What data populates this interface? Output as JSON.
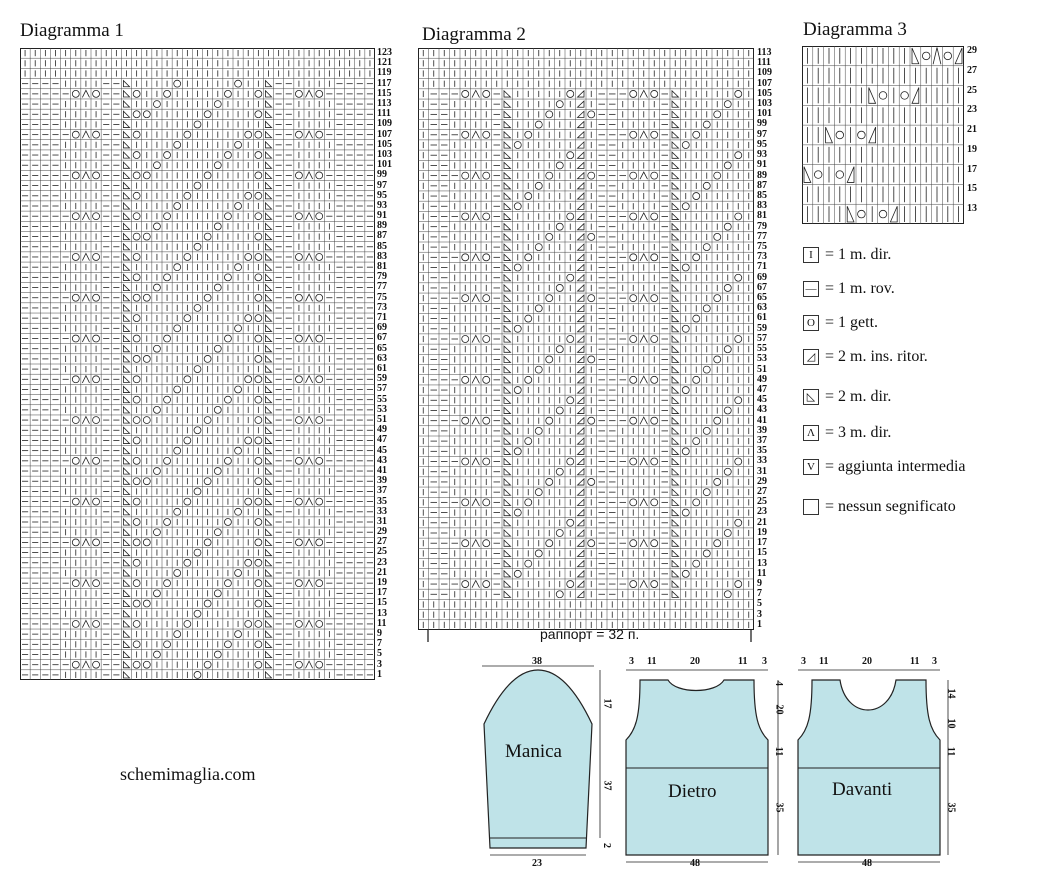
{
  "titles": {
    "d1": "Diagramma 1",
    "d2": "Diagramma 2",
    "d3": "Diagramma 3"
  },
  "diagram1": {
    "cols": 35,
    "rows": 62,
    "row_numbers": [
      "123",
      "121",
      "119",
      "117",
      "115",
      "113",
      "111",
      "109",
      "107",
      "105",
      "103",
      "101",
      "99",
      "97",
      "95",
      "93",
      "91",
      "89",
      "87",
      "85",
      "83",
      "81",
      "79",
      "77",
      "75",
      "73",
      "71",
      "69",
      "67",
      "65",
      "63",
      "61",
      "59",
      "57",
      "55",
      "53",
      "51",
      "49",
      "47",
      "45",
      "43",
      "41",
      "39",
      "37",
      "35",
      "33",
      "31",
      "29",
      "27",
      "25",
      "23",
      "21",
      "19",
      "17",
      "15",
      "13",
      "11",
      "9",
      "7",
      "5",
      "3",
      "1"
    ]
  },
  "diagram2": {
    "cols": 32,
    "rows": 57,
    "row_numbers": [
      "113",
      "111",
      "109",
      "107",
      "105",
      "103",
      "101",
      "99",
      "97",
      "95",
      "93",
      "91",
      "89",
      "87",
      "85",
      "83",
      "81",
      "79",
      "77",
      "75",
      "73",
      "71",
      "69",
      "67",
      "65",
      "63",
      "61",
      "59",
      "57",
      "55",
      "53",
      "51",
      "49",
      "47",
      "45",
      "43",
      "41",
      "39",
      "37",
      "35",
      "33",
      "31",
      "29",
      "27",
      "25",
      "23",
      "21",
      "19",
      "17",
      "15",
      "13",
      "11",
      "9",
      "7",
      "5",
      "3",
      "1"
    ],
    "rapport": "раппорт = 32 п."
  },
  "diagram3": {
    "cols": 15,
    "rows": 9,
    "row_numbers": [
      "29",
      "27",
      "25",
      "23",
      "21",
      "19",
      "17",
      "15",
      "13"
    ]
  },
  "legend": [
    {
      "symbol": "I",
      "text": "= 1 m. dir."
    },
    {
      "symbol": "—",
      "text": "= 1 m. rov."
    },
    {
      "symbol": "O",
      "text": "= 1 gett."
    },
    {
      "symbol": "◿",
      "text": "= 2 m. ins. ritor."
    },
    {
      "symbol": "◺",
      "text": "= 2 m. dir."
    },
    {
      "symbol": "Λ",
      "text": "= 3 m. dir."
    },
    {
      "symbol": "V",
      "text": "= aggiunta intermedia"
    },
    {
      "symbol": "",
      "text": "= nessun segnificato"
    }
  ],
  "site": "schemimaglia.com",
  "pieces": {
    "manica": {
      "label": "Manica",
      "dims": {
        "top": "38",
        "right_upper": "17",
        "right_lower": "37",
        "cuff": "2",
        "bottom": "23"
      }
    },
    "dietro": {
      "label": "Dietro",
      "dims": {
        "t1": "3",
        "t2": "11",
        "t3": "20",
        "t4": "11",
        "t5": "3",
        "r1": "4",
        "r2": "20",
        "r3": "11",
        "r4": "35",
        "bottom": "48"
      }
    },
    "davanti": {
      "label": "Davanti",
      "dims": {
        "t1": "3",
        "t2": "11",
        "t3": "20",
        "t4": "11",
        "t5": "3",
        "r1": "14",
        "r2": "10",
        "r3": "11",
        "r4": "35",
        "bottom": "48"
      }
    }
  },
  "colors": {
    "piece_fill": "#bfe3e8",
    "line": "#222222"
  }
}
